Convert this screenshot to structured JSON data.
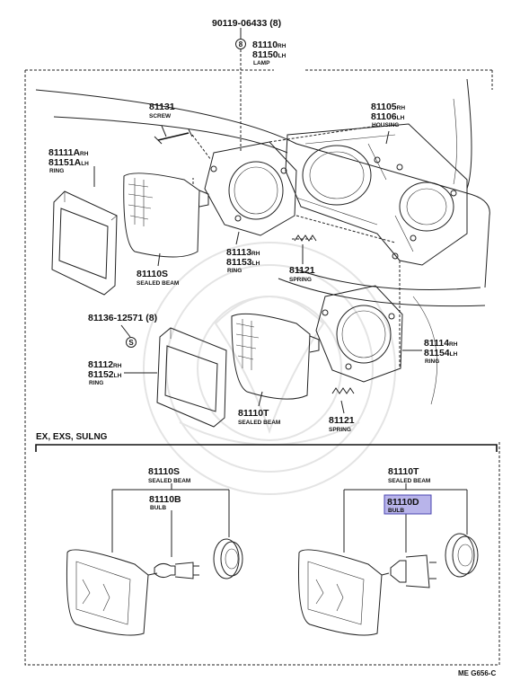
{
  "labels": {
    "bolt_part": "90119-06433 (8)",
    "lamp_part_r": "81110",
    "lamp_part_r_side": "RH",
    "lamp_part_l": "81150",
    "lamp_part_l_side": "LH",
    "lamp_caption": "LAMP",
    "housing_r": "81105",
    "housing_r_side": "RH",
    "housing_l": "81106",
    "housing_l_side": "LH",
    "housing_caption": "HOUSING",
    "screw_part": "81131",
    "screw_caption": "SCREW",
    "ring_upper_r": "81111A",
    "ring_upper_r_side": "RH",
    "ring_upper_l": "81151A",
    "ring_upper_l_side": "LH",
    "ring_caption": "RING",
    "ring_mid_r": "81113",
    "ring_mid_r_side": "RH",
    "ring_mid_l": "81153",
    "ring_mid_l_side": "LH",
    "spring_part": "81121",
    "spring_caption": "SPRING",
    "sealed_s": "81110S",
    "sealed_caption": "SEALED BEAM",
    "screw_lower": "81136-12571 (8)",
    "ring_lower_r": "81112",
    "ring_lower_r_side": "RH",
    "ring_lower_l": "81152",
    "ring_lower_l_side": "LH",
    "sealed_t": "81110T",
    "ring_right_r": "81114",
    "ring_right_r_side": "RH",
    "ring_right_l": "81154",
    "ring_right_l_side": "LH",
    "section_title": "EX, EXS, SULNG",
    "bulb_b": "81110B",
    "bulb_caption": "BULB",
    "bulb_d": "81110D",
    "footer_code": "ME G656-C"
  },
  "colors": {
    "highlight_fill": "#b8b4ea",
    "highlight_stroke": "#4a44b0",
    "ink": "#111111"
  }
}
